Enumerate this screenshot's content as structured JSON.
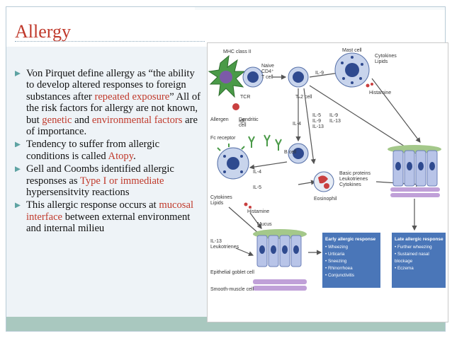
{
  "slide": {
    "title": "Allergy",
    "colors": {
      "accent": "#c0392b",
      "bullet": "#5ea3a3",
      "background": "#eef3f7",
      "footer": "#a9c8bf"
    },
    "bullets": [
      {
        "parts": [
          {
            "text": "Von Pirquet define allergy as “the ability to develop altered responses to foreign substances after "
          },
          {
            "text": "repeated exposure",
            "hl": true
          },
          {
            "text": "” All of the risk factors for allergy are not known, but "
          },
          {
            "text": "genetic",
            "hl": true
          },
          {
            "text": " and "
          },
          {
            "text": "environmental factors",
            "hl": true
          },
          {
            "text": " are of importance."
          }
        ]
      },
      {
        "parts": [
          {
            "text": "Tendency to suffer from allergic conditions is called "
          },
          {
            "text": "Atopy",
            "hl": true
          },
          {
            "text": "."
          }
        ]
      },
      {
        "parts": [
          {
            "text": "Gell and Coombs identified allergic responses as "
          },
          {
            "text": "Type I  or immediate",
            "hl": true
          },
          {
            "text": "  hypersensitvity reactions"
          }
        ]
      },
      {
        "parts": [
          {
            "text": "This allergic response occurs at "
          },
          {
            "text": "mucosal interface",
            "hl": true
          },
          {
            "text": " between external environment and internal milieu"
          }
        ]
      }
    ]
  },
  "figure": {
    "labels": {
      "mhc": "MHC class II",
      "naive": "Naive",
      "cd4": "CD4⁺",
      "tcell": "T cell",
      "tcr": "TCR",
      "allergen": "Allergen",
      "dendritic1": "Dendritic",
      "dendritic2": "cell",
      "th2": "Tₙ2 cell",
      "il4": "IL-4",
      "il9_top": "IL-9",
      "mast": "Mast cell",
      "cytokines_top1": "Cytokines",
      "cytokines_top2": "Lipids",
      "histamine_top": "Histamine",
      "il5": "IL-5",
      "il9": "IL-9",
      "il13": "IL-13",
      "il9b": "IL-9",
      "il13b": "IL-13",
      "ige": "IgE",
      "fc": "Fc receptor",
      "bcell": "B cell",
      "il4b": "IL-4",
      "il5b": "IL-5",
      "basic1": "Basic proteins",
      "basic2": "Leukotrienes",
      "basic3": "Cytokines",
      "eosinophil": "Eosinophil",
      "cyto_left1": "Cytokines",
      "cyto_left2": "Lipids",
      "histamine_mid": "Histamine",
      "mucus": "Mucus",
      "il13c": "IL-13",
      "leuk": "Leukotrienes",
      "epithelial": "Epithelial goblet cell",
      "smooth": "Smooth-muscle cell"
    },
    "early": {
      "title": "Early allergic response",
      "items": [
        "• Wheezing",
        "• Urticaria",
        "• Sneezing",
        "• Rhinorrhoea",
        "• Conjunctivitis"
      ]
    },
    "late": {
      "title": "Late allergic response",
      "items": [
        "• Further wheezing",
        "• Sustained nasal",
        "  blockage",
        "• Eczema"
      ]
    }
  }
}
